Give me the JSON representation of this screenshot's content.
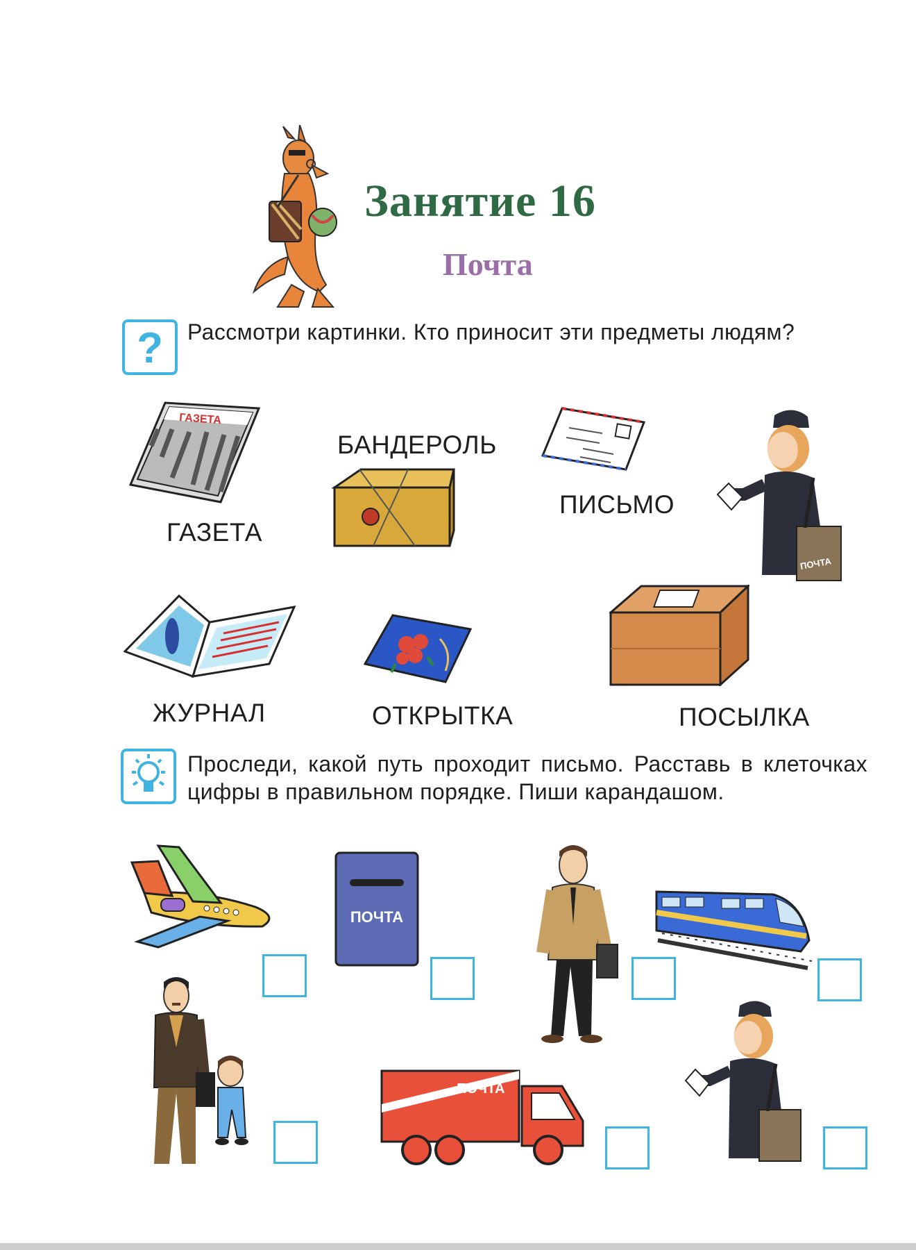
{
  "header": {
    "title": "Занятие 16",
    "subtitle": "Почта"
  },
  "task1": {
    "icon": "question-mark-icon",
    "text": "Рассмотри картинки. Кто приносит эти предметы людям?"
  },
  "items": {
    "newspaper": {
      "label": "ГАЗЕТА",
      "print": "ГАЗЕТА"
    },
    "parcel_small": {
      "label": "БАНДЕРОЛЬ"
    },
    "letter": {
      "label": "ПИСЬМО"
    },
    "magazine": {
      "label": "ЖУРНАЛ"
    },
    "postcard": {
      "label": "ОТКРЫТКА"
    },
    "parcel_box": {
      "label": "ПОСЫЛКА"
    }
  },
  "task2": {
    "icon": "lightbulb-icon",
    "text": "Проследи, какой путь проходит письмо. Расставь в клеточках цифры в правильном порядке. Пиши карандашом."
  },
  "post_labels": {
    "bag": "ПОЧТА",
    "mailbox": "ПОЧТА",
    "truck": "ПОЧТА"
  },
  "colors": {
    "title": "#2f6a45",
    "subtitle": "#9a6fa8",
    "accent_blue": "#3fb4e2",
    "truck_red": "#e8503a"
  }
}
